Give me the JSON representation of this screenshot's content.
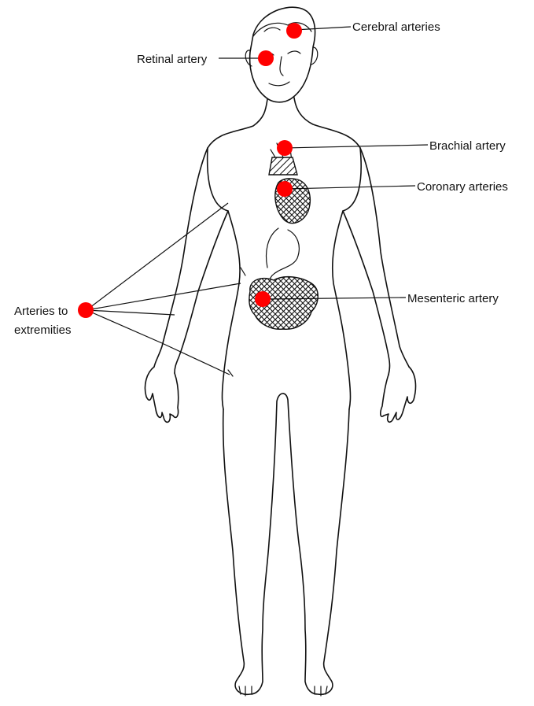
{
  "diagram": {
    "marker_color": "#ff0000",
    "labels": {
      "cerebral": "Cerebral arteries",
      "retinal": "Retinal artery",
      "brachial": "Brachial artery",
      "coronary": "Coronary arteries",
      "mesenteric": "Mesenteric artery",
      "extremities_line1": "Arteries to",
      "extremities_line2": "extremities"
    }
  }
}
